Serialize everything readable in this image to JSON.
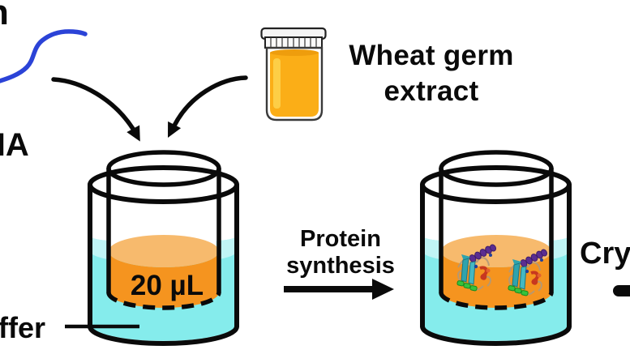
{
  "labels": {
    "top_left_partial": "n",
    "mrna_partial": "NA",
    "reagent_line1": "Wheat germ",
    "reagent_line2": "extract",
    "volume": "20 µL",
    "buffer_partial": "ffer",
    "process_line1": "Protein",
    "process_line2": "synthesis",
    "result_partial": "Crys"
  },
  "colors": {
    "ink": "#0A0A0A",
    "mrna_blue": "#2B43D7",
    "buffer_cyan": "#85ECEC",
    "buffer_cyan_light": "#C0F5F6",
    "reaction_orange": "#F5941F",
    "reaction_orange_light": "#F7BA6D",
    "extract_amber": "#FBAE17",
    "extract_amber_light": "#FDD44F",
    "extract_amber_dark": "#EE9D0D",
    "vial_outline": "#3A3A3A",
    "protein_purple": "#5B2D91",
    "protein_teal": "#2FA3AD",
    "protein_red": "#C8381F",
    "protein_green": "#37C23C"
  },
  "icons": {
    "mrna-squiggle-icon": "blue wavy line (mRNA strand)",
    "pour-arrow-left-icon": "curved black arrow pouring into cup",
    "pour-arrow-right-icon": "curved black arrow pouring into cup",
    "extract-vial-icon": "capped jar filled with amber liquid",
    "dialysis-cup-icon": "outer vessel of cyan buffer with inner cup of orange reaction mix over dashed membrane",
    "protein-ribbon-icon": "multicolored protein ribbon structure",
    "protein-synthesis-arrow-icon": "thick black right arrow",
    "crystallization-arrow-stub-icon": "clipped start of thick arrow at right edge",
    "buffer-pointer-line": "pointer line from buffer label into cyan liquid"
  }
}
